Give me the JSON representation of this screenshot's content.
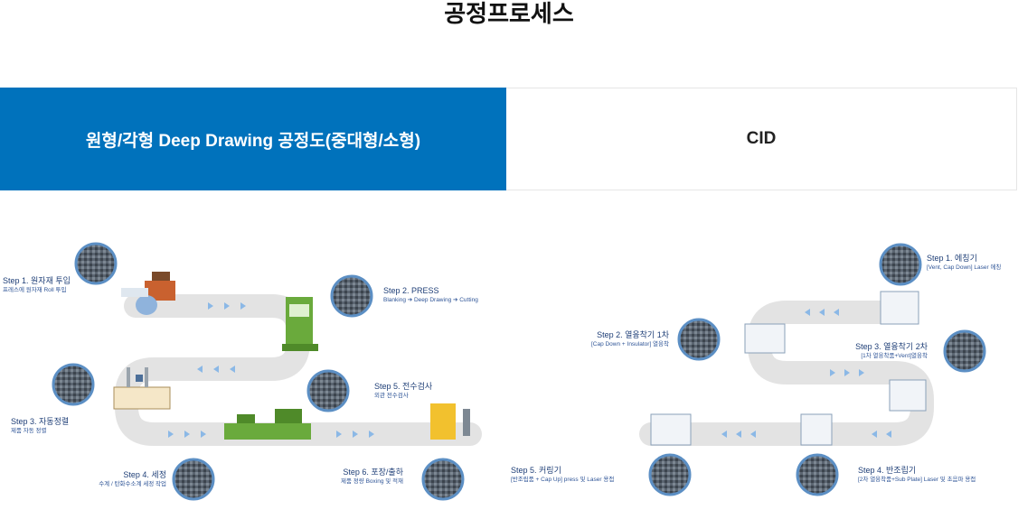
{
  "page_title": "공정프로세스",
  "tabs": [
    {
      "label": "원형/각형 Deep Drawing 공정도(중대형/소형)",
      "active": true
    },
    {
      "label": "CID",
      "active": false
    }
  ],
  "colors": {
    "accent": "#0072bc",
    "track": "#e3e3e3",
    "arrow": "#8bb8e6",
    "circle_ring": "#5c8fc4"
  },
  "deep_drawing": {
    "steps": [
      {
        "title": "Step 1. 원자재 투입",
        "desc": "프레스에 원자재 Roll 투입"
      },
      {
        "title": "Step 2. PRESS",
        "desc": "Blanking ➔ Deep Drawing ➔ Cutting"
      },
      {
        "title": "Step 3. 자동정렬",
        "desc": "제품 자동 정렬"
      },
      {
        "title": "Step 4. 세정",
        "desc": "수계 / 탄화수소계 세정 작업"
      },
      {
        "title": "Step 5. 전수검사",
        "desc": "외관 전수검사"
      },
      {
        "title": "Step 6. 포장/출하",
        "desc": "제품 정량 Boxing 및 적재"
      }
    ]
  },
  "cid": {
    "steps": [
      {
        "title": "Step 1. 에칭기",
        "desc": "[Vent, Cap Down] Laser 에칭"
      },
      {
        "title": "Step 2. 열융착기 1차",
        "desc": "[Cap Down + Insulator] 열융착"
      },
      {
        "title": "Step 3. 열융착기 2차",
        "desc": "[1차 열융착품+Vent]열융착"
      },
      {
        "title": "Step 4. 반조립기",
        "desc": "[2차 열융착품+Sub Plate] Laser 및 초음파 용접"
      },
      {
        "title": "Step 5. 커링기",
        "desc": "[반조립품 + Cap Up] press 및 Laser 용접"
      }
    ]
  }
}
